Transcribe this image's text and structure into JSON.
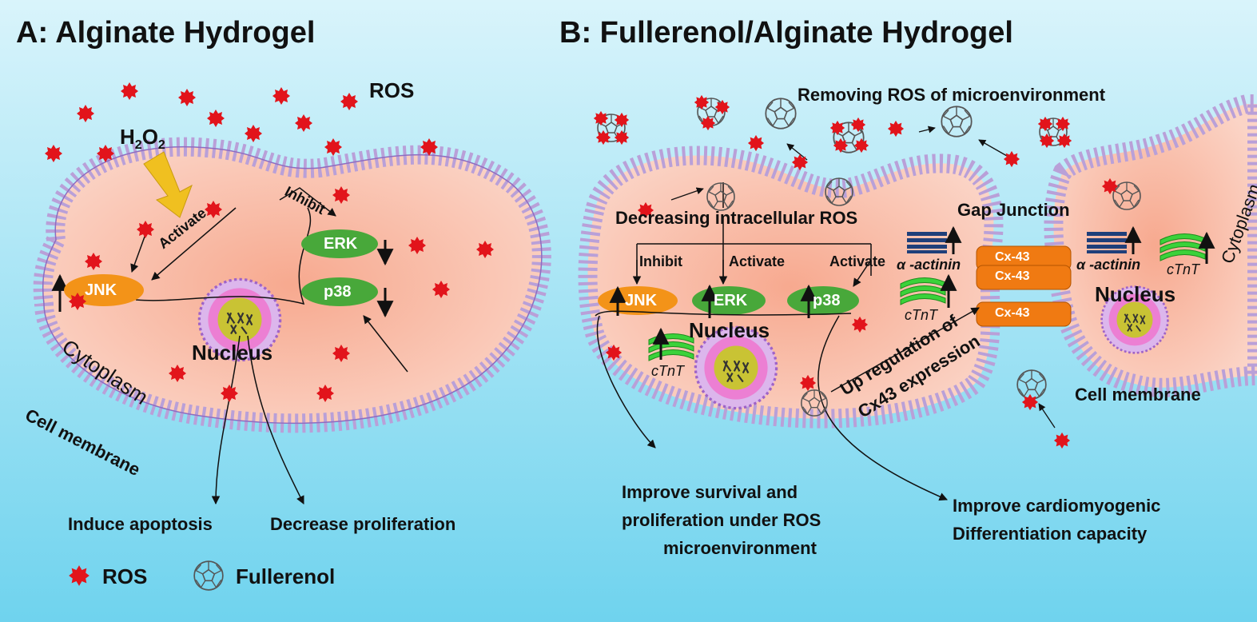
{
  "panel_a": {
    "title": "A: Alginate Hydrogel",
    "ros_label": "ROS",
    "h2o2_label_main": "H",
    "h2o2_sub1": "2",
    "h2o2_o": "O",
    "h2o2_sub2": "2",
    "activate_label": "Activate",
    "inhibit_label": "Inhibit",
    "jnk_label": "JNK",
    "erk_label": "ERK",
    "p38_label": "p38",
    "nucleus_label": "Nucleus",
    "cytoplasm_label": "Cytoplasm",
    "membrane_label": "Cell membrane",
    "outcome_apoptosis": "Induce apoptosis",
    "outcome_proliferation": "Decrease proliferation"
  },
  "panel_b": {
    "title": "B: Fullerenol/Alginate Hydrogel",
    "removing_ros": "Removing ROS of microenvironment",
    "decreasing_ros": "Decreasing intracellular  ROS",
    "inhibit_label": "Inhibit",
    "activate_label_1": "Activate",
    "activate_label_2": "Activate",
    "jnk_label": "JNK",
    "erk_label": "ERK",
    "p38_label": "p38",
    "nucleus_left": "Nucleus",
    "nucleus_right": "Nucleus",
    "cytoplasm_label": "Cytoplasm",
    "gap_junction": "Gap Junction",
    "cx43_1": "Cx-43",
    "cx43_2": "Cx-43",
    "cx43_3": "Cx-43",
    "actinin_1": "α -actinin",
    "actinin_2": "α -actinin",
    "ctnt_1": "cTnT",
    "ctnt_2": "cTnT",
    "ctnt_3": "cTnT",
    "up_regulation_1": "Up regulation of",
    "up_regulation_2": "Cx43 expression",
    "membrane_label": "Cell membrane",
    "outcome_survival_1": "Improve survival and",
    "outcome_survival_2": "proliferation under ROS",
    "outcome_survival_3": "microenvironment",
    "outcome_cardio_1": "Improve cardiomyogenic",
    "outcome_cardio_2": "Differentiation capacity"
  },
  "legend": {
    "ros": "ROS",
    "fullerenol": "Fullerenol"
  },
  "colors": {
    "background_top": "#d7f3fb",
    "background_bottom": "#6fd4ef",
    "cytoplasm": "#f7c7b6",
    "membrane": "#b9a0d8",
    "ros": "#e2141b",
    "jnk": "#f39318",
    "erk_p38": "#48a83a",
    "cx43": "#f07a12",
    "actinin": "#1f3f7a",
    "ctnt": "#3bd23a",
    "h2o2_arrow": "#f0c020",
    "nucleus_ring": "#ea7fd2",
    "nucleus_core": "#c9c334"
  }
}
